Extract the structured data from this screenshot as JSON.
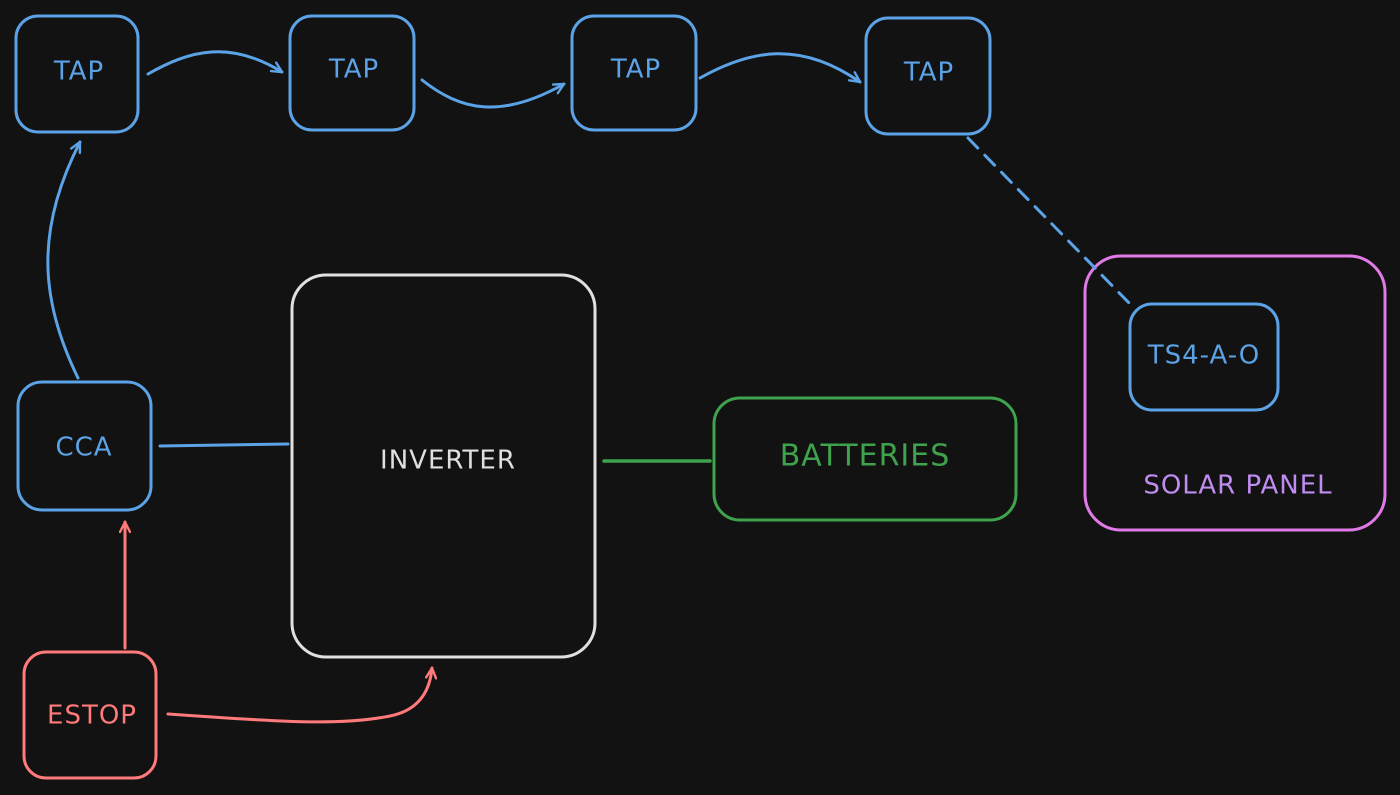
{
  "diagram": {
    "nodes": {
      "tap1": "TAP",
      "tap2": "TAP",
      "tap3": "TAP",
      "tap4": "TAP",
      "cca": "CCA",
      "inverter": "INVERTER",
      "batteries": "BATTERIES",
      "ts4": "TS4-A-O",
      "solar_panel": "SOLAR PANEL",
      "estop": "ESTOP"
    },
    "colors": {
      "background": "#121212",
      "blue": "#5ba3e6",
      "white": "#e0e0e0",
      "green": "#3fa34d",
      "pink": "#e07ae6",
      "purple": "#c08cf0",
      "red": "#ff7a7a"
    }
  }
}
